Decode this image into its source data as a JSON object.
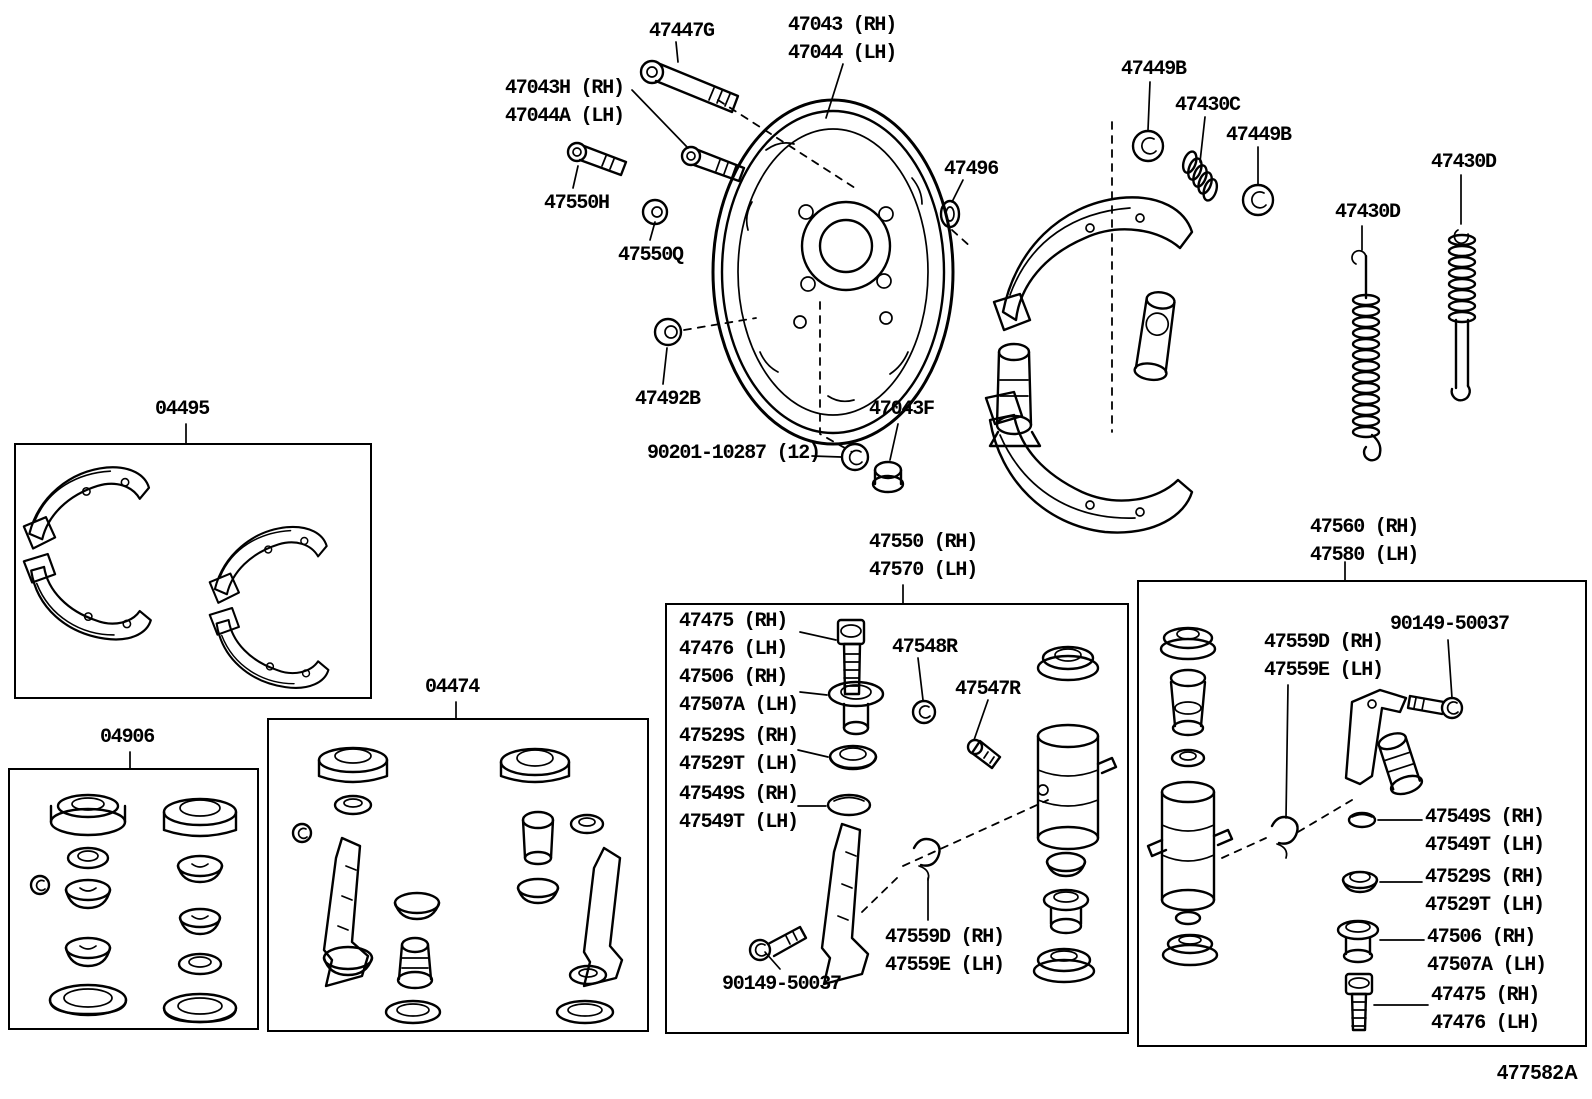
{
  "title": "Rear drum brake parts diagram",
  "diagram_code": "477582A",
  "labels": [
    {
      "part": "47447G",
      "text": "47447G"
    },
    {
      "part": "47043/47044",
      "text": "47043 (RH)\n47044 (LH)"
    },
    {
      "part": "47043H/47044A",
      "text": "47043H (RH)\n47044A (LH)"
    },
    {
      "part": "47550H",
      "text": "47550H"
    },
    {
      "part": "47550Q",
      "text": "47550Q"
    },
    {
      "part": "47496",
      "text": "47496"
    },
    {
      "part": "47449B",
      "text": "47449B"
    },
    {
      "part": "47430C",
      "text": "47430C"
    },
    {
      "part": "47449B",
      "text": "47449B"
    },
    {
      "part": "47430D",
      "text": "47430D"
    },
    {
      "part": "47430D",
      "text": "47430D"
    },
    {
      "part": "47492B",
      "text": "47492B"
    },
    {
      "part": "90201-10287",
      "text": "90201-10287 (12)"
    },
    {
      "part": "47043F",
      "text": "47043F"
    },
    {
      "part": "04495",
      "text": "04495"
    },
    {
      "part": "04906",
      "text": "04906"
    },
    {
      "part": "04474",
      "text": "04474"
    },
    {
      "part": "47550/47570",
      "text": "47550 (RH)\n47570 (LH)"
    },
    {
      "part": "47475/47476",
      "text": "47475 (RH)\n47476 (LH)"
    },
    {
      "part": "47548R",
      "text": "47548R"
    },
    {
      "part": "47506/47507A",
      "text": "47506 (RH)\n47507A (LH)"
    },
    {
      "part": "47547R",
      "text": "47547R"
    },
    {
      "part": "47529S/47529T",
      "text": "47529S (RH)\n47529T (LH)"
    },
    {
      "part": "47549S/47549T",
      "text": "47549S (RH)\n47549T (LH)"
    },
    {
      "part": "90149-50037",
      "text": "90149-50037"
    },
    {
      "part": "47559D/47559E",
      "text": "47559D (RH)\n47559E (LH)"
    },
    {
      "part": "47560/47580",
      "text": "47560 (RH)\n47580 (LH)"
    },
    {
      "part": "47559D/47559E",
      "text": "47559D (RH)\n47559E (LH)"
    },
    {
      "part": "90149-50037",
      "text": "90149-50037"
    },
    {
      "part": "47549S/47549T",
      "text": "47549S (RH)\n47549T (LH)"
    },
    {
      "part": "47529S/47529T",
      "text": "47529S (RH)\n47529T (LH)"
    },
    {
      "part": "47506/47507A",
      "text": "47506 (RH)\n47507A (LH)"
    },
    {
      "part": "47475/47476",
      "text": "47475 (RH)\n47476 (LH)"
    }
  ]
}
